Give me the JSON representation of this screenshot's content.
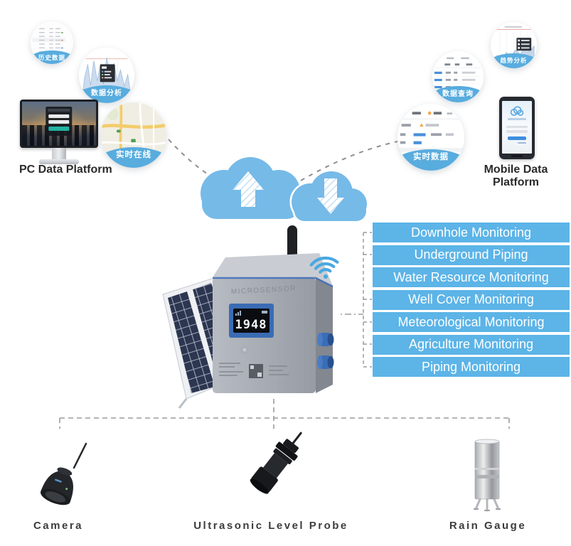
{
  "diagram": {
    "pc_platform": {
      "caption": "PC Data Platform",
      "bubbles": [
        {
          "label": "历史数据"
        },
        {
          "label": "数据分析"
        },
        {
          "label": "实时在线"
        }
      ]
    },
    "mobile_platform": {
      "caption": "Mobile Data Platform",
      "bubbles": [
        {
          "label": "趋势分析"
        },
        {
          "label": "数据查询"
        },
        {
          "label": "实时数据"
        }
      ]
    },
    "cloud": {
      "upload_icon": "cloud-with-up-arrow",
      "download_icon": "cloud-with-down-arrow"
    },
    "device": {
      "brand": "MICROSENSOR",
      "display_value": "1948",
      "icons": [
        "antenna",
        "wifi",
        "signal-bars",
        "battery",
        "solar-panel"
      ]
    },
    "applications": [
      "Downhole Monitoring",
      "Underground Piping",
      "Water Resource Monitoring",
      "Well Cover Monitoring",
      "Meteorological Monitoring",
      "Agriculture Monitoring",
      "Piping Monitoring"
    ],
    "sensors": [
      {
        "label": "Camera"
      },
      {
        "label": "Ultrasonic Level Probe"
      },
      {
        "label": "Rain Gauge"
      }
    ],
    "colors": {
      "app_label_blue": "#5CB4E7",
      "cloud_blue": "#76BAE8",
      "wifi_blue": "#48A8E2",
      "bubble_band_blue": "#58ACDE",
      "device_display_blue": "#3A6CB4",
      "caption_text": "#2B2B2B",
      "connector_gray": "#9B9B9B"
    }
  }
}
